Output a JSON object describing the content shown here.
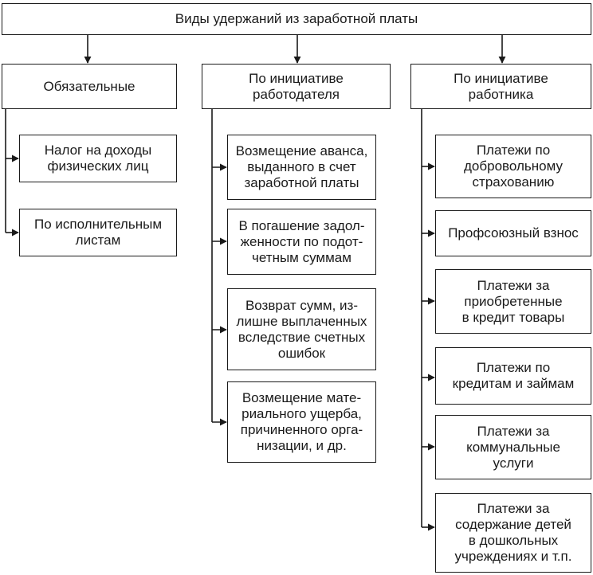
{
  "diagram": {
    "root": {
      "label": "Виды удержаний из заработной платы"
    },
    "categories": [
      {
        "label": "Обязательные",
        "items": [
          "Налог на доходы\nфизических лиц",
          "По исполнительным\nлистам"
        ]
      },
      {
        "label": "По инициативе\nработодателя",
        "items": [
          "Возмещение аванса,\nвыданного в счет\nзаработной платы",
          "В погашение задол-\nженности по подот-\nчетным суммам",
          "Возврат сумм, из-\nлишне выплаченных\nвследствие счетных\nошибок",
          "Возмещение мате-\nриального ущерба,\nпричиненного орга-\nнизации, и др."
        ]
      },
      {
        "label": "По инициативе\nработника",
        "items": [
          "Платежи по\nдобровольному\nстрахованию",
          "Профсоюзный взнос",
          "Платежи за\nприобретенные\nв кредит товары",
          "Платежи по\nкредитам и займам",
          "Платежи за\nкоммунальные\nуслуги",
          "Платежи за\nсодержание детей\nв дошкольных\nучреждениях и т.п."
        ]
      }
    ]
  }
}
